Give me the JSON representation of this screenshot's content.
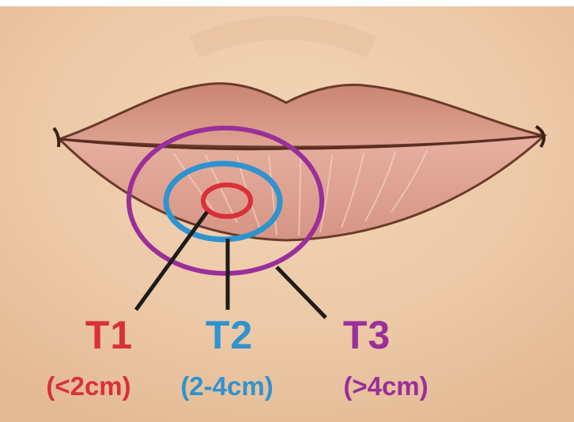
{
  "colors": {
    "t1": "#d9303a",
    "t2": "#2f93cf",
    "t3": "#9a2f9a",
    "leader": "#1f1b18",
    "skin": "#ecc9a7",
    "lip": "#dfa392",
    "lip_outline": "#6b3a2a"
  },
  "stages": [
    {
      "code": "T1",
      "size": "(<2cm)"
    },
    {
      "code": "T2",
      "size": "(2-4cm)"
    },
    {
      "code": "T3",
      "size": "(>4cm)"
    }
  ]
}
